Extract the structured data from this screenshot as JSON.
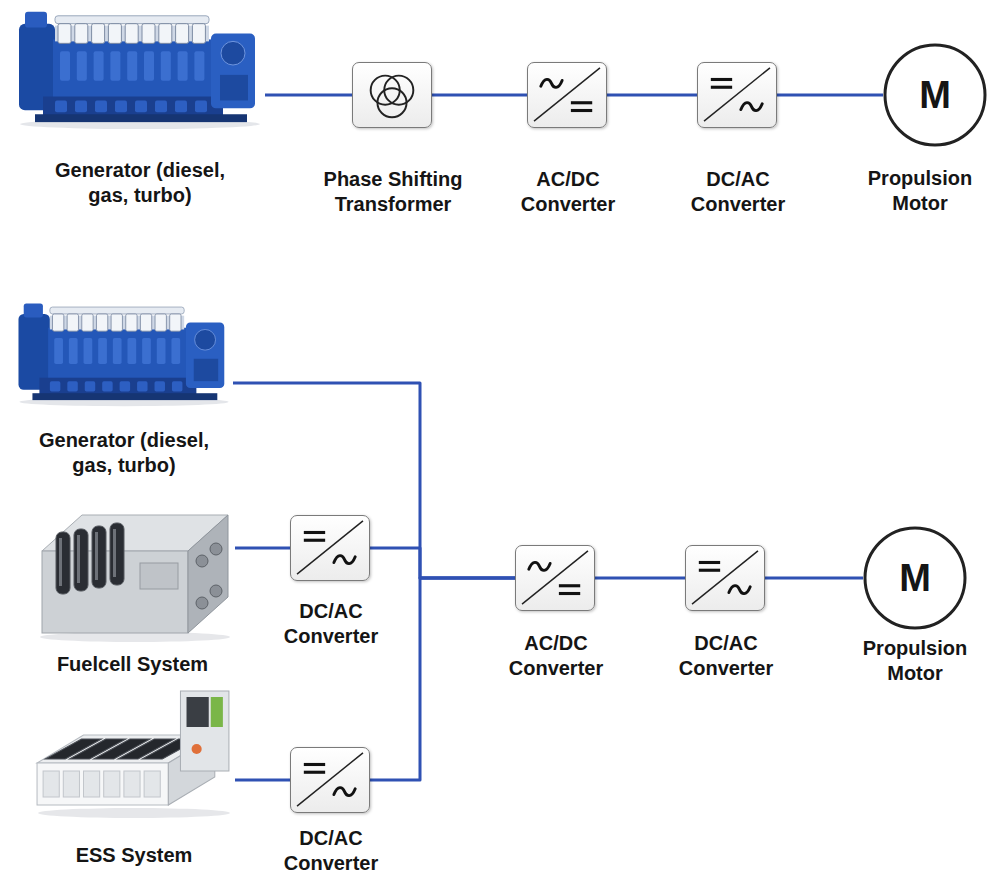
{
  "diagram": {
    "nodes": [
      {
        "text": [
          "Generator (diesel, gas, turbo)"
        ]
      },
      {
        "text": [
          "Phase Shifting Transformer"
        ]
      },
      {
        "text": [
          "AC/DC Converter"
        ]
      },
      {
        "text": [
          "DC/AC Converter"
        ]
      },
      {
        "text": [
          "M",
          "Propulsion Motor"
        ]
      },
      {
        "text": [
          "Generator (diesel, gas, turbo)"
        ]
      },
      {
        "text": [
          "Fuelcell System"
        ]
      },
      {
        "text": [
          "DC/AC Converter"
        ]
      },
      {
        "text": [
          "ESS System"
        ]
      },
      {
        "text": [
          "DC/AC Converter"
        ]
      },
      {
        "text": [
          "AC/DC Converter"
        ]
      },
      {
        "text": [
          "DC/AC Converter"
        ]
      },
      {
        "text": [
          "M",
          "Propulsion Motor"
        ]
      }
    ],
    "edges": [
      {
        "from": 0,
        "to": 1,
        "arrow": "none"
      },
      {
        "from": 1,
        "to": 2,
        "arrow": "none"
      },
      {
        "from": 2,
        "to": 3,
        "arrow": "none"
      },
      {
        "from": 3,
        "to": 4,
        "arrow": "none"
      },
      {
        "from": 6,
        "to": 7,
        "arrow": "none"
      },
      {
        "from": 8,
        "to": 9,
        "arrow": "none"
      },
      {
        "from": 5,
        "to": 10,
        "arrow": "none"
      },
      {
        "from": 7,
        "to": 10,
        "arrow": "none"
      },
      {
        "from": 9,
        "to": 10,
        "arrow": "none"
      },
      {
        "from": 10,
        "to": 11,
        "arrow": "none"
      },
      {
        "from": 11,
        "to": 12,
        "arrow": "none"
      }
    ]
  }
}
